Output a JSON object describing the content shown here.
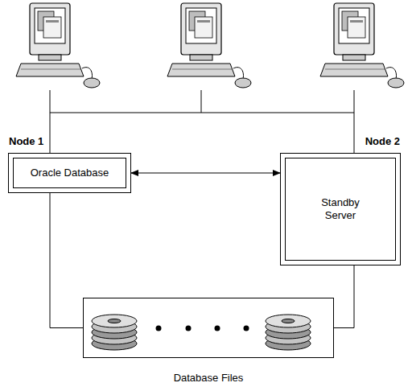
{
  "diagram": {
    "nodes": [
      {
        "text": [
          "Node 1",
          "Oracle Database"
        ]
      },
      {
        "text": [
          "Node 2",
          "Standby Server"
        ]
      },
      {
        "text": [
          "Database Files"
        ]
      }
    ],
    "edges": [
      {
        "from": 0,
        "to": 1,
        "arrow": "both"
      },
      {
        "from": 0,
        "to": 2,
        "arrow": "none"
      },
      {
        "from": 1,
        "to": 2,
        "arrow": "none"
      }
    ]
  }
}
